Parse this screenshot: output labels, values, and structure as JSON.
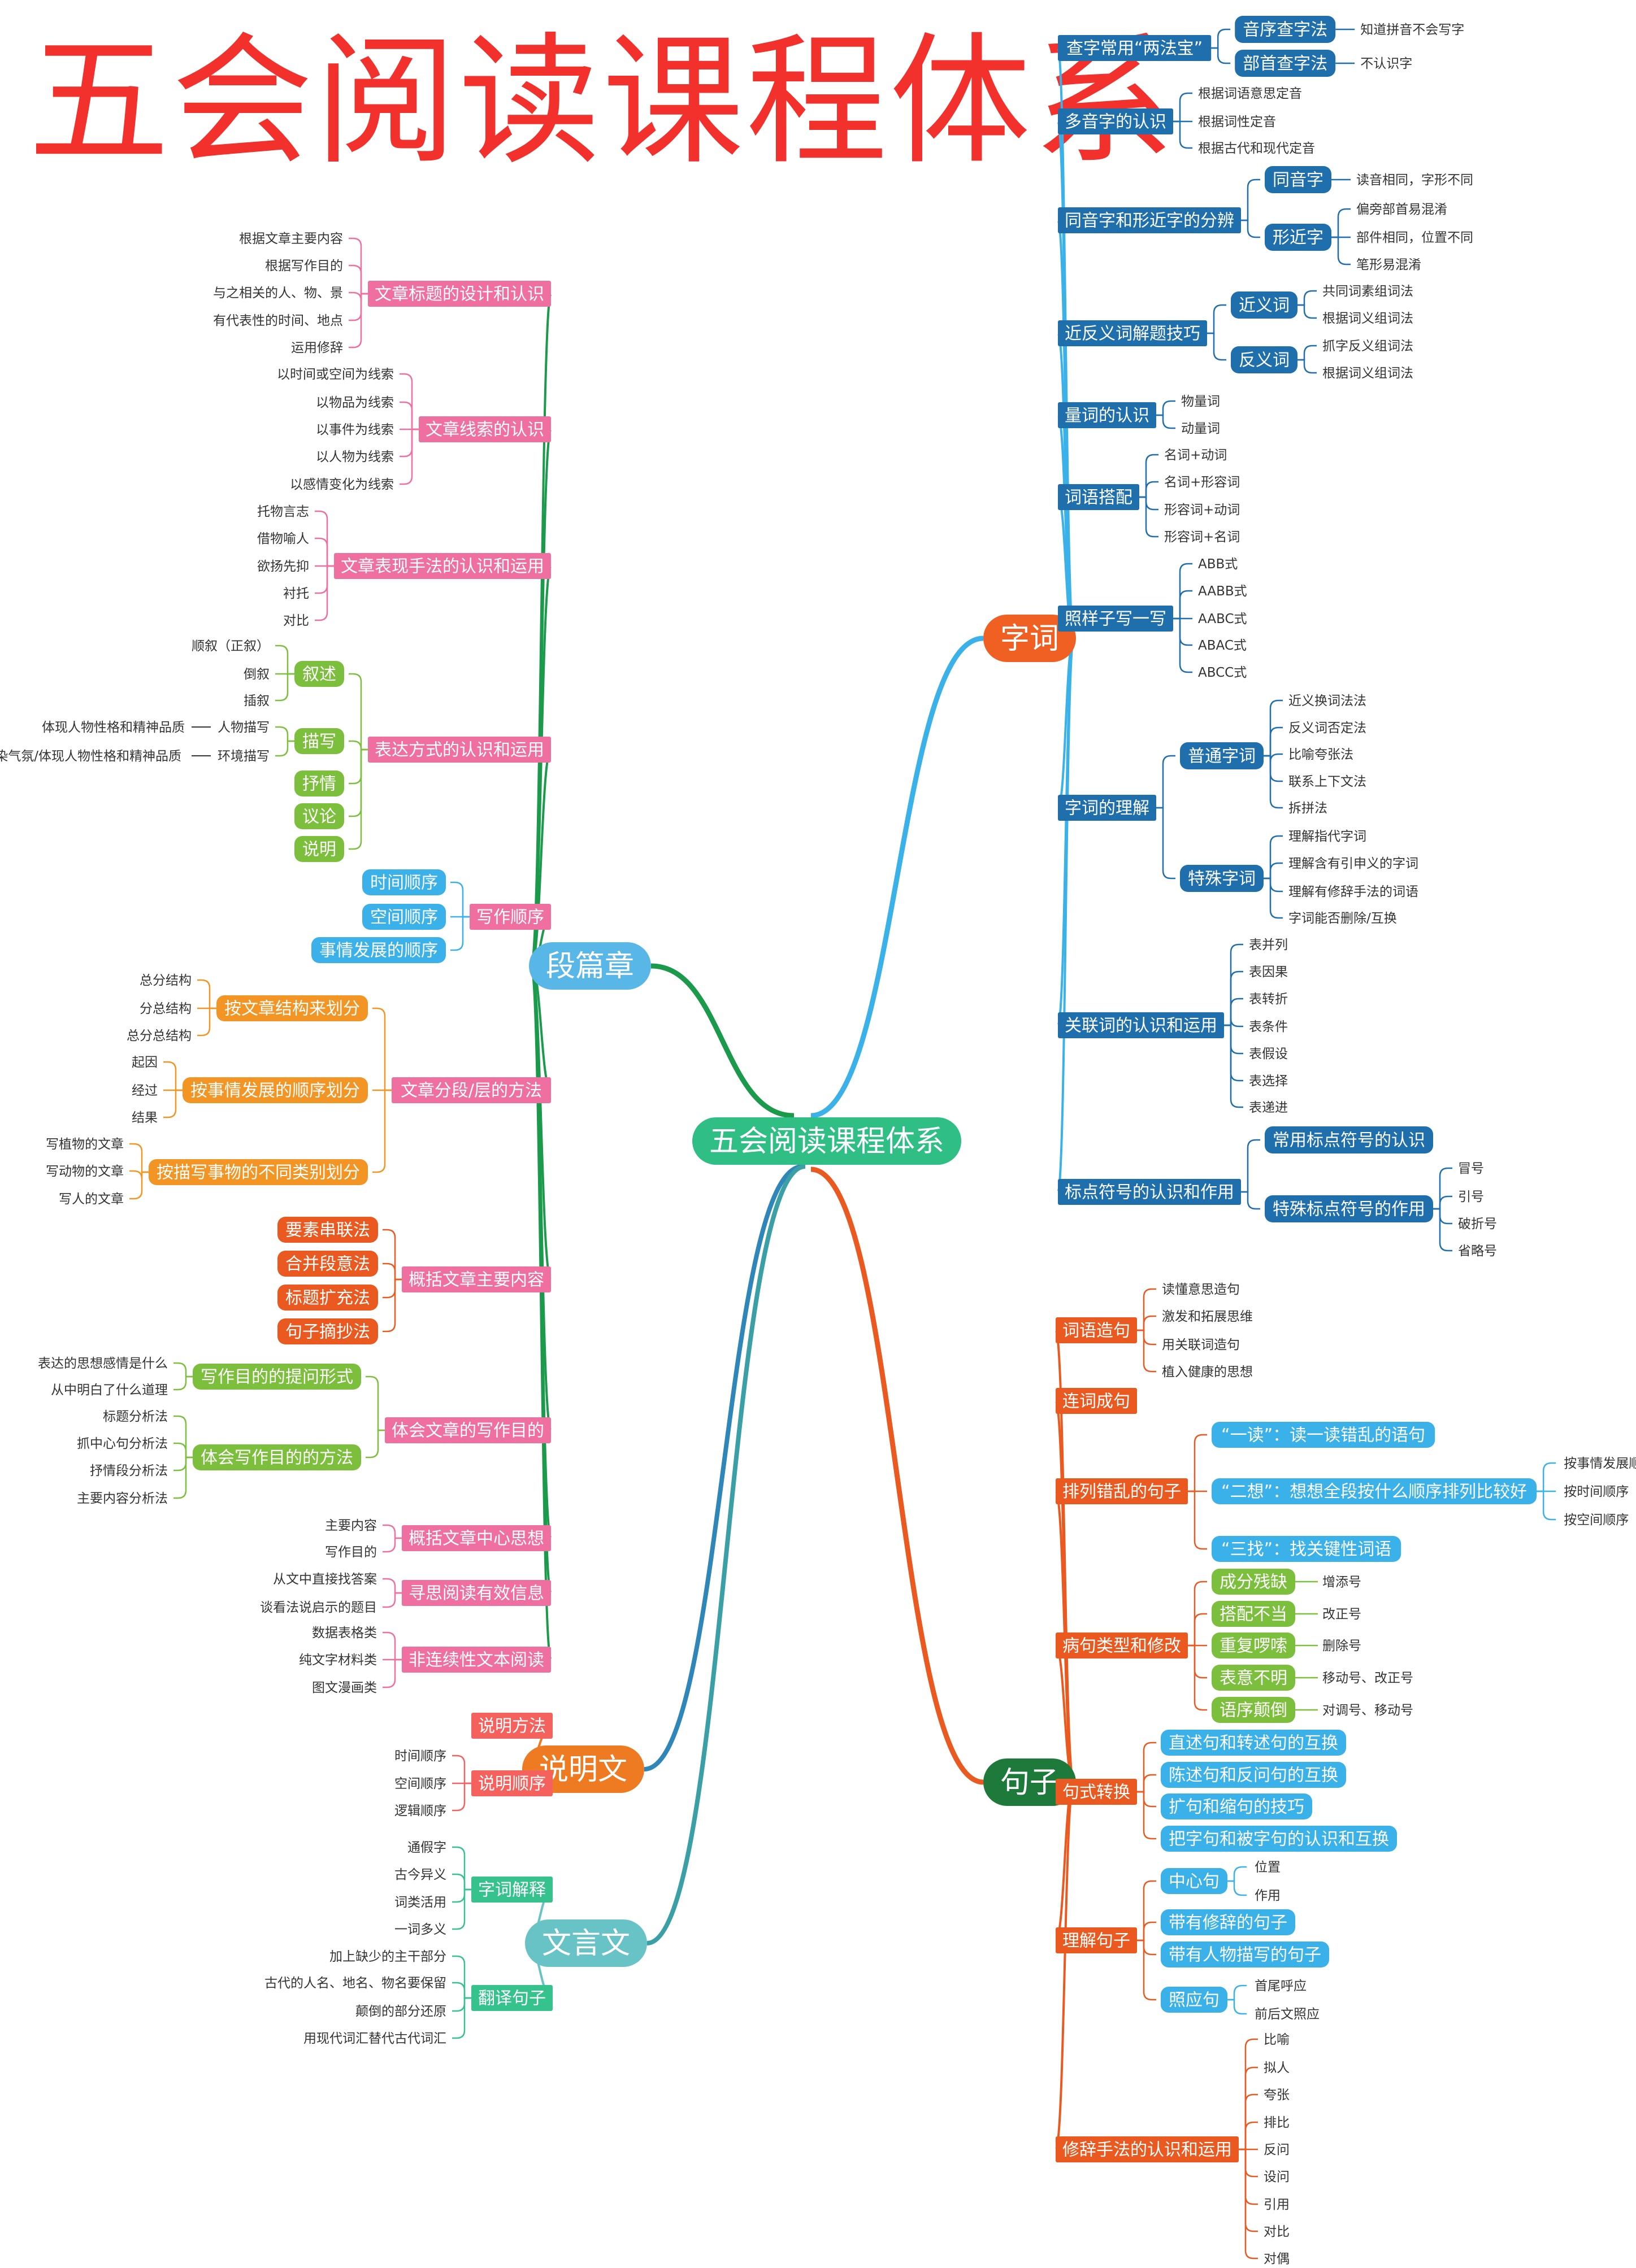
{
  "page_title": "五会阅读课程体系",
  "colors": {
    "root": "#2fbf85",
    "zici": "#ef6022",
    "juzi": "#1e7a3a",
    "duan": "#58b7e7",
    "shuoming": "#ee7a22",
    "wenyan": "#67c3c5",
    "dark_blue": "#1f6fad",
    "pink": "#ef6fa0",
    "green": "#7bbf3c",
    "orange": "#f29524",
    "orange_red": "#ea5a20",
    "coral": "#f5625e",
    "sky": "#3ab1e8",
    "mint": "#35c28c",
    "text": "#333333"
  },
  "mindmap": {
    "root": "五会阅读课程体系",
    "zici": {
      "label": "字词",
      "groups": [
        {
          "label": "查字常用“两法宝”",
          "subs": [
            {
              "label": "音序查字法",
              "leaves": [
                "知道拼音不会写字"
              ]
            },
            {
              "label": "部首查字法",
              "leaves": [
                "不认识字"
              ]
            }
          ]
        },
        {
          "label": "多音字的认识",
          "leaves": [
            "根据词语意思定音",
            "根据词性定音",
            "根据古代和现代定音"
          ]
        },
        {
          "label": "同音字和形近字的分辨",
          "subs": [
            {
              "label": "同音字",
              "leaves": [
                "读音相同，字形不同"
              ]
            },
            {
              "label": "形近字",
              "leaves": [
                "偏旁部首易混淆",
                "部件相同，位置不同",
                "笔形易混淆"
              ]
            }
          ]
        },
        {
          "label": "近反义词解题技巧",
          "subs": [
            {
              "label": "近义词",
              "leaves": [
                "共同词素组词法",
                "根据词义组词法"
              ]
            },
            {
              "label": "反义词",
              "leaves": [
                "抓字反义组词法",
                "根据词义组词法"
              ]
            }
          ]
        },
        {
          "label": "量词的认识",
          "leaves": [
            "物量词",
            "动量词"
          ]
        },
        {
          "label": "词语搭配",
          "leaves": [
            "名词+动词",
            "名词+形容词",
            "形容词+动词",
            "形容词+名词"
          ]
        },
        {
          "label": "照样子写一写",
          "leaves": [
            "ABB式",
            "AABB式",
            "AABC式",
            "ABAC式",
            "ABCC式"
          ]
        },
        {
          "label": "字词的理解",
          "subs": [
            {
              "label": "普通字词",
              "leaves": [
                "近义换词法法",
                "反义词否定法",
                "比喻夸张法",
                "联系上下文法",
                "拆拼法"
              ]
            },
            {
              "label": "特殊字词",
              "leaves": [
                "理解指代字词",
                "理解含有引申义的字词",
                "理解有修辞手法的词语",
                "字词能否删除/互换"
              ]
            }
          ]
        },
        {
          "label": "关联词的认识和运用",
          "leaves": [
            "表并列",
            "表因果",
            "表转折",
            "表条件",
            "表假设",
            "表选择",
            "表递进"
          ]
        },
        {
          "label": "标点符号的认识和作用",
          "subs": [
            {
              "label": "常用标点符号的认识",
              "leaves": []
            },
            {
              "label": "特殊标点符号的作用",
              "leaves": [
                "冒号",
                "引号",
                "破折号",
                "省略号"
              ]
            }
          ]
        }
      ]
    },
    "juzi": {
      "label": "句子",
      "groups": [
        {
          "label": "词语造句",
          "leaves": [
            "读懂意思造句",
            "激发和拓展思维",
            "用关联词造句",
            "植入健康的思想"
          ]
        },
        {
          "label": "连词成句",
          "leaves": []
        },
        {
          "label": "排列错乱的句子",
          "subs": [
            {
              "label": "“一读”：读一读错乱的语句",
              "leaves": []
            },
            {
              "label": "“二想”：想想全段按什么顺序排列比较好",
              "leaves": [
                "按事情发展顺序",
                "按时间顺序",
                "按空间顺序"
              ]
            },
            {
              "label": "“三找”：找关键性词语",
              "leaves": []
            }
          ]
        },
        {
          "label": "病句类型和修改",
          "subs": [
            {
              "label": "成分残缺",
              "leaves": [
                "增添号"
              ]
            },
            {
              "label": "搭配不当",
              "leaves": [
                "改正号"
              ]
            },
            {
              "label": "重复啰嗦",
              "leaves": [
                "删除号"
              ]
            },
            {
              "label": "表意不明",
              "leaves": [
                "移动号、改正号"
              ]
            },
            {
              "label": "语序颠倒",
              "leaves": [
                "对调号、移动号"
              ]
            }
          ]
        },
        {
          "label": "句式转换",
          "subs": [
            {
              "label": "直述句和转述句的互换",
              "leaves": []
            },
            {
              "label": "陈述句和反问句的互换",
              "leaves": []
            },
            {
              "label": "扩句和缩句的技巧",
              "leaves": []
            },
            {
              "label": "把字句和被字句的认识和互换",
              "leaves": []
            }
          ]
        },
        {
          "label": "理解句子",
          "subs": [
            {
              "label": "中心句",
              "leaves": [
                "位置",
                "作用"
              ]
            },
            {
              "label": "带有修辞的句子",
              "leaves": []
            },
            {
              "label": "带有人物描写的句子",
              "leaves": []
            },
            {
              "label": "照应句",
              "leaves": [
                "首尾呼应",
                "前后文照应"
              ]
            }
          ]
        },
        {
          "label": "修辞手法的认识和运用",
          "leaves": [
            "比喻",
            "拟人",
            "夸张",
            "排比",
            "反问",
            "设问",
            "引用",
            "对比",
            "对偶"
          ]
        }
      ]
    },
    "duan": {
      "label": "段篇章",
      "groups": [
        {
          "label": "文章标题的设计和认识",
          "leaves": [
            "根据文章主要内容",
            "根据写作目的",
            "与之相关的人、物、景",
            "有代表性的时间、地点",
            "运用修辞"
          ]
        },
        {
          "label": "文章线索的认识",
          "leaves": [
            "以时间或空间为线索",
            "以物品为线索",
            "以事件为线索",
            "以人物为线索",
            "以感情变化为线索"
          ]
        },
        {
          "label": "文章表现手法的认识和运用",
          "leaves": [
            "托物言志",
            "借物喻人",
            "欲扬先抑",
            "衬托",
            "对比"
          ]
        },
        {
          "label": "表达方式的认识和运用",
          "subs": [
            {
              "label": "叙述",
              "leaves": [
                "顺叙（正叙）",
                "倒叙",
                "插叙"
              ]
            },
            {
              "label": "描写",
              "leaves": [
                "人物描写",
                "环境描写"
              ],
              "extras": [
                "体现人物性格和精神品质",
                "渲染气氛/体现人物性格和精神品质"
              ]
            },
            {
              "label": "抒情",
              "leaves": []
            },
            {
              "label": "议论",
              "leaves": []
            },
            {
              "label": "说明",
              "leaves": []
            }
          ]
        },
        {
          "label": "写作顺序",
          "subs": [
            {
              "label": "时间顺序",
              "leaves": []
            },
            {
              "label": "空间顺序",
              "leaves": []
            },
            {
              "label": "事情发展的顺序",
              "leaves": []
            }
          ]
        },
        {
          "label": "文章分段/层的方法",
          "subs": [
            {
              "label": "按文章结构来划分",
              "leaves": [
                "总分结构",
                "分总结构",
                "总分总结构"
              ]
            },
            {
              "label": "按事情发展的顺序划分",
              "leaves": [
                "起因",
                "经过",
                "结果"
              ]
            },
            {
              "label": "按描写事物的不同类别划分",
              "leaves": [
                "写植物的文章",
                "写动物的文章",
                "写人的文章"
              ]
            }
          ]
        },
        {
          "label": "概括文章主要内容",
          "subs": [
            {
              "label": "要素串联法",
              "leaves": []
            },
            {
              "label": "合并段意法",
              "leaves": []
            },
            {
              "label": "标题扩充法",
              "leaves": []
            },
            {
              "label": "句子摘抄法",
              "leaves": []
            }
          ]
        },
        {
          "label": "体会文章的写作目的",
          "subs": [
            {
              "label": "写作目的的提问形式",
              "leaves": [
                "表达的思想感情是什么",
                "从中明白了什么道理"
              ]
            },
            {
              "label": "体会写作目的的方法",
              "leaves": [
                "标题分析法",
                "抓中心句分析法",
                "抒情段分析法",
                "主要内容分析法"
              ]
            }
          ]
        },
        {
          "label": "概括文章中心思想",
          "leaves": [
            "主要内容",
            "写作目的"
          ]
        },
        {
          "label": "寻思阅读有效信息",
          "leaves": [
            "从文中直接找答案",
            "谈看法说启示的题目"
          ]
        },
        {
          "label": "非连续性文本阅读",
          "leaves": [
            "数据表格类",
            "纯文字材料类",
            "图文漫画类"
          ]
        }
      ]
    },
    "shuoming": {
      "label": "说明文",
      "groups": [
        {
          "label": "说明方法",
          "leaves": []
        },
        {
          "label": "说明顺序",
          "leaves": [
            "时间顺序",
            "空间顺序",
            "逻辑顺序"
          ]
        }
      ]
    },
    "wenyan": {
      "label": "文言文",
      "groups": [
        {
          "label": "字词解释",
          "leaves": [
            "通假字",
            "古今异义",
            "词类活用",
            "一词多义"
          ]
        },
        {
          "label": "翻译句子",
          "leaves": [
            "加上缺少的主干部分",
            "古代的人名、地名、物名要保留",
            "颠倒的部分还原",
            "用现代词汇替代古代词汇"
          ]
        }
      ]
    }
  }
}
